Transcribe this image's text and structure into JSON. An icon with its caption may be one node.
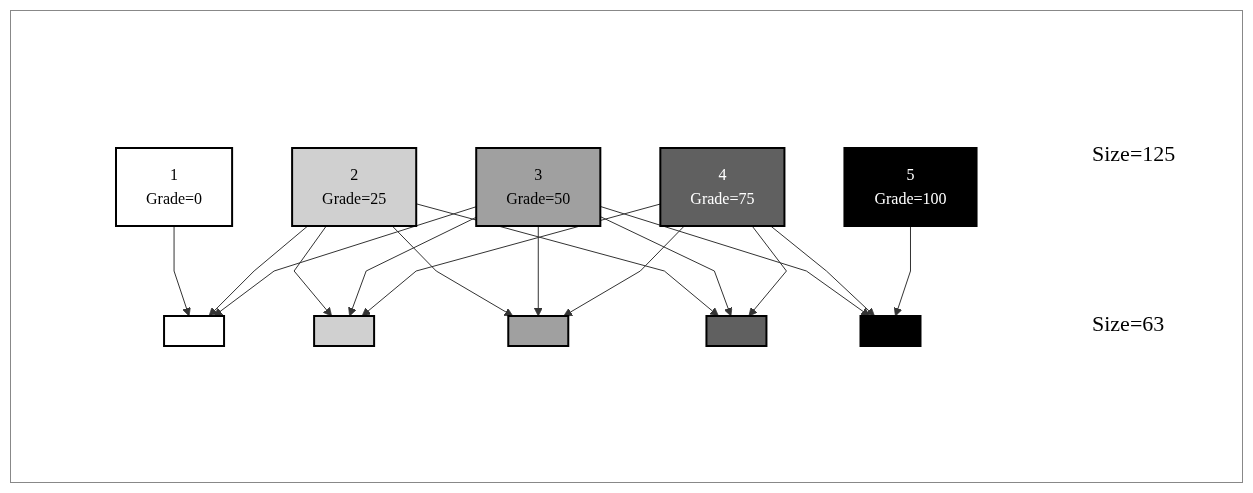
{
  "diagram": {
    "nodes": [
      {
        "text": [
          "1",
          "Grade=0"
        ]
      },
      {
        "text": [
          "2",
          "Grade=25"
        ]
      },
      {
        "text": [
          "3",
          "Grade=50"
        ]
      },
      {
        "text": [
          "4",
          "Grade=75"
        ]
      },
      {
        "text": [
          "5",
          "Grade=100"
        ]
      },
      {
        "text": [],
        "shape": "box"
      },
      {
        "text": [],
        "shape": "box"
      },
      {
        "text": [],
        "shape": "box"
      },
      {
        "text": [],
        "shape": "box"
      },
      {
        "text": [],
        "shape": "box"
      }
    ],
    "edges": [
      {
        "from": 0,
        "to": 5,
        "arrow": "to"
      },
      {
        "from": 1,
        "to": 5,
        "arrow": "to"
      },
      {
        "from": 1,
        "to": 6,
        "arrow": "to"
      },
      {
        "from": 1,
        "to": 7,
        "arrow": "to"
      },
      {
        "from": 1,
        "to": 8,
        "arrow": "to"
      },
      {
        "from": 2,
        "to": 5,
        "arrow": "to"
      },
      {
        "from": 2,
        "to": 6,
        "arrow": "to"
      },
      {
        "from": 2,
        "to": 7,
        "arrow": "to"
      },
      {
        "from": 2,
        "to": 8,
        "arrow": "to"
      },
      {
        "from": 2,
        "to": 9,
        "arrow": "to"
      },
      {
        "from": 3,
        "to": 6,
        "arrow": "to"
      },
      {
        "from": 3,
        "to": 7,
        "arrow": "to"
      },
      {
        "from": 3,
        "to": 8,
        "arrow": "to"
      },
      {
        "from": 3,
        "to": 9,
        "arrow": "to"
      },
      {
        "from": 4,
        "to": 9,
        "arrow": "to"
      }
    ],
    "labels": [
      "Size=125",
      "Size=63"
    ]
  }
}
